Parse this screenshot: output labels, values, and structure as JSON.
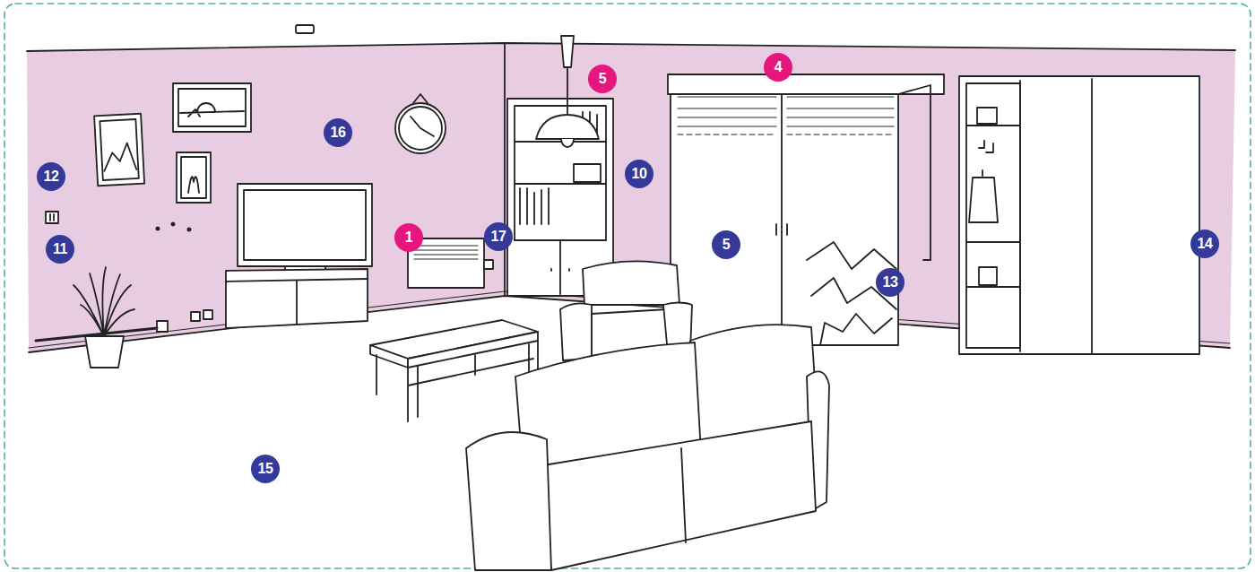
{
  "diagram": {
    "labels": [
      "4",
      "5",
      "16",
      "12",
      "10",
      "17",
      "1",
      "5",
      "11",
      "14",
      "13",
      "15"
    ]
  }
}
